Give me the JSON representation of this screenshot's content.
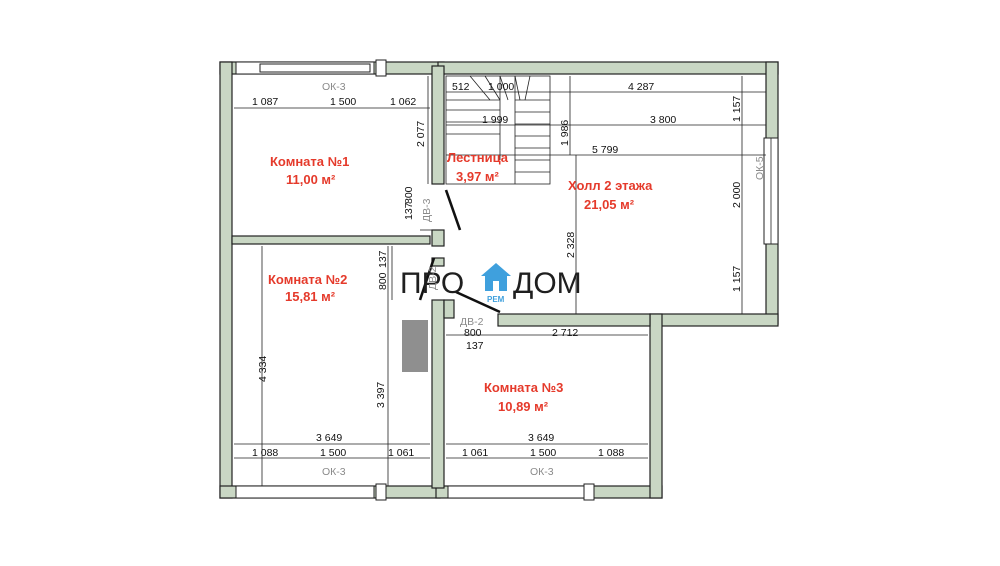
{
  "logo": {
    "part1": "ПРО",
    "part2": "ДОМ",
    "sub": "РЕМ"
  },
  "rooms": [
    {
      "name": "Комната №1",
      "area": "11,00 м²"
    },
    {
      "name": "Комната №2",
      "area": "15,81 м²"
    },
    {
      "name": "Лестница",
      "area": "3,97 м²"
    },
    {
      "name": "Холл 2 этажа",
      "area": "21,05 м²"
    },
    {
      "name": "Комната  №3",
      "area": "10,89 м²"
    }
  ],
  "labels": {
    "ok3": "ОК-3",
    "ok5": "ОК-5",
    "dv3": "ДВ-3",
    "dv2": "ДВ-2"
  },
  "dims": {
    "d1087": "1 087",
    "d1500a": "1 500",
    "d1062": "1 062",
    "d512": "512",
    "d1000": "1 000",
    "d4287": "4 287",
    "d1999": "1 999",
    "d3800": "3 800",
    "d5799": "5 799",
    "d2077": "2 077",
    "d1986": "1 986",
    "d1157a": "1 157",
    "d2000": "2 000",
    "d1157b": "1 157",
    "d2328": "2 328",
    "d137a": "137",
    "d800a": "800",
    "d800b": "800",
    "d137b": "137",
    "d4334": "4 334",
    "d3397": "3 397",
    "d800c": "800",
    "d137c": "137",
    "d2712": "2 712",
    "d3649a": "3 649",
    "d3649b": "3 649",
    "d1088a": "1 088",
    "d1500b": "1 500",
    "d1061a": "1 061",
    "d1061b": "1 061",
    "d1500c": "1 500",
    "d1088b": "1 088"
  }
}
